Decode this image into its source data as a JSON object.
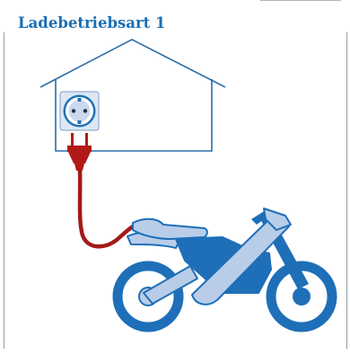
{
  "diagram": {
    "title": "Ladebetriebsart 1"
  },
  "colors": {
    "title_blue": "#1a6fb4",
    "house_stroke": "#2a6ea8",
    "socket_blue": "#1f73b7",
    "plug_red": "#b11a17",
    "bike_dark_blue": "#1e6fb8",
    "bike_light_blue": "#b9cde9"
  },
  "icons": [
    "house-outline",
    "wall-socket-icon",
    "plug-icon",
    "cable",
    "motorcycle-icon"
  ]
}
